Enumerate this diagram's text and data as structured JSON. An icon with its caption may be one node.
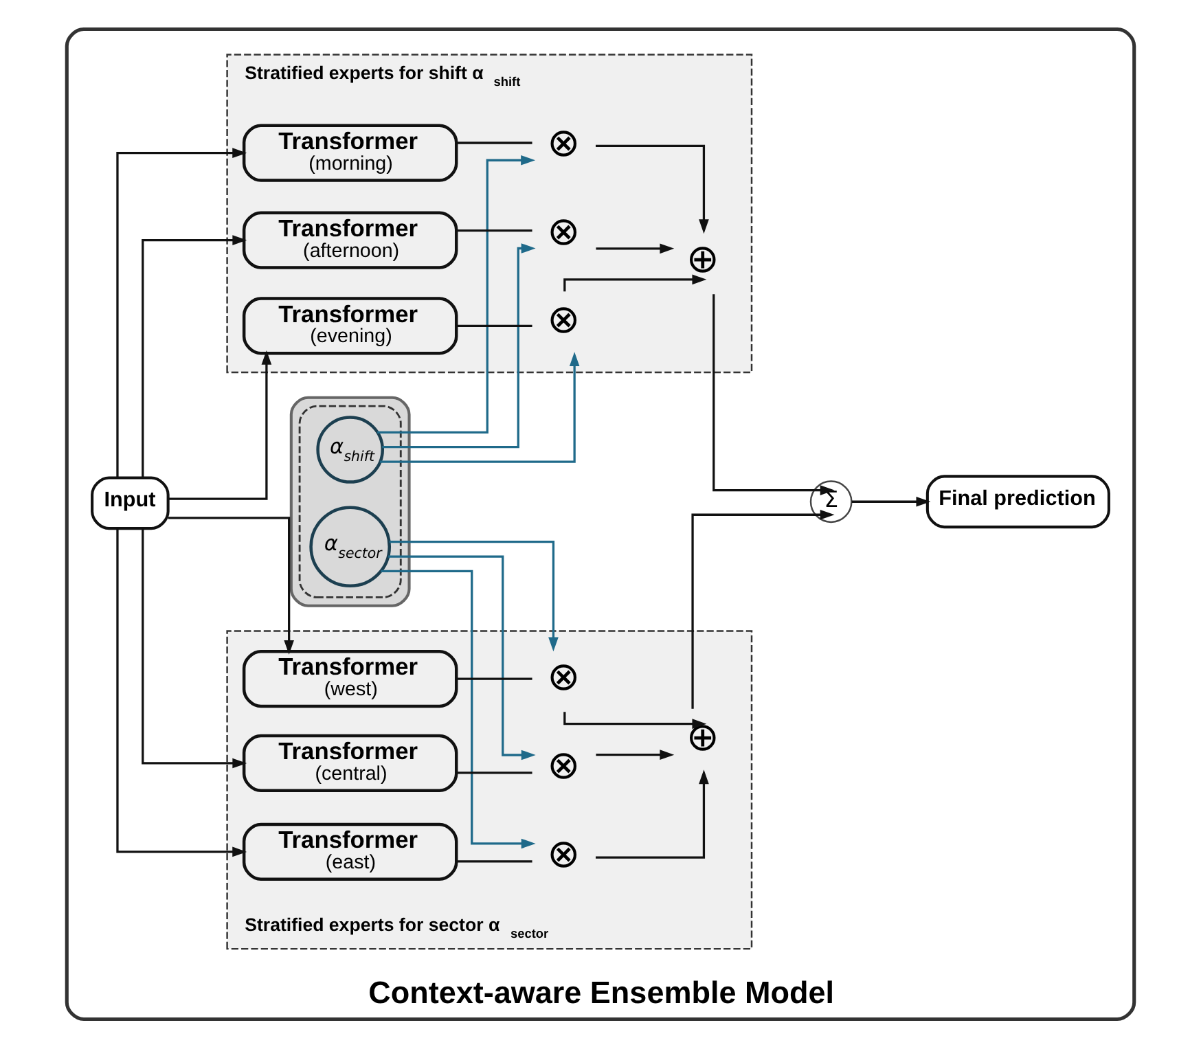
{
  "diagram": {
    "nodes": [
      {
        "text": [
          "Context-aware Ensemble Model"
        ]
      },
      {
        "text": [],
        "shape": "box",
        "in": 0
      },
      {
        "text": [],
        "shape": "box",
        "in": 1
      },
      {
        "text": [
          "α$_{shift}$"
        ],
        "in": 2
      },
      {
        "text": [
          "α$_{sector}$"
        ],
        "in": 2
      },
      {
        "text": [
          "Input"
        ],
        "in": 0
      },
      {
        "text": [
          "Stratified experts for shift α$_{shift}$"
        ],
        "in": 0
      },
      {
        "text": [
          "Transformer",
          "(morning)"
        ],
        "in": 6
      },
      {
        "text": [
          "⊗"
        ],
        "in": 6
      },
      {
        "text": [
          "Transformer",
          "(afternoon)"
        ],
        "in": 6
      },
      {
        "text": [
          "⊗"
        ],
        "in": 6
      },
      {
        "text": [
          "Transformer",
          "(evening)"
        ],
        "in": 6
      },
      {
        "text": [
          "⊗"
        ],
        "in": 6
      },
      {
        "text": [
          "⊕"
        ],
        "in": 6
      },
      {
        "text": [
          "Σ"
        ],
        "in": 0
      },
      {
        "text": [
          "Final prediction"
        ],
        "in": 0
      },
      {
        "text": [
          "Stratified experts for sector α$_{sector}$"
        ],
        "in": 0
      },
      {
        "text": [
          "Transformer",
          "(west)"
        ],
        "in": 16
      },
      {
        "text": [
          "⊗"
        ],
        "in": 16
      },
      {
        "text": [
          "Transformer",
          "(central)"
        ],
        "in": 16
      },
      {
        "text": [
          "⊗"
        ],
        "in": 16
      },
      {
        "text": [
          "Transformer",
          "(east)"
        ],
        "in": 16
      },
      {
        "text": [
          "⊗"
        ],
        "in": 16
      },
      {
        "text": [
          "⊕"
        ],
        "in": 16
      }
    ],
    "edges": [
      {
        "from": 5,
        "to": 7,
        "arrow": "to"
      },
      {
        "from": 5,
        "to": 9,
        "arrow": "to"
      },
      {
        "from": 5,
        "to": 11,
        "arrow": "to"
      },
      {
        "from": 5,
        "to": 17,
        "arrow": "to"
      },
      {
        "from": 5,
        "to": 19,
        "arrow": "to"
      },
      {
        "from": 5,
        "to": 21,
        "arrow": "to"
      },
      {
        "from": 3,
        "to": 8,
        "arrow": "to",
        "color": "#1f6a8a"
      },
      {
        "from": 3,
        "to": 10,
        "arrow": "to",
        "color": "#1f6a8a"
      },
      {
        "from": 3,
        "to": 12,
        "arrow": "to",
        "color": "#1f6a8a"
      },
      {
        "from": 4,
        "to": 18,
        "arrow": "to",
        "color": "#1f6a8a"
      },
      {
        "from": 4,
        "to": 20,
        "arrow": "to",
        "color": "#1f6a8a"
      },
      {
        "from": 4,
        "to": 22,
        "arrow": "to",
        "color": "#1f6a8a"
      },
      {
        "from": 7,
        "to": 8,
        "arrow": "none"
      },
      {
        "from": 9,
        "to": 10,
        "arrow": "none"
      },
      {
        "from": 11,
        "to": 12,
        "arrow": "none"
      },
      {
        "from": 8,
        "to": 13,
        "arrow": "to"
      },
      {
        "from": 10,
        "to": 13,
        "arrow": "to"
      },
      {
        "from": 12,
        "to": 13,
        "arrow": "to"
      },
      {
        "from": 17,
        "to": 18,
        "arrow": "none"
      },
      {
        "from": 19,
        "to": 20,
        "arrow": "none"
      },
      {
        "from": 21,
        "to": 22,
        "arrow": "none"
      },
      {
        "from": 18,
        "to": 23,
        "arrow": "to"
      },
      {
        "from": 20,
        "to": 23,
        "arrow": "to"
      },
      {
        "from": 22,
        "to": 23,
        "arrow": "to"
      },
      {
        "from": 13,
        "to": 14,
        "arrow": "to"
      },
      {
        "from": 23,
        "to": 14,
        "arrow": "to"
      },
      {
        "from": 14,
        "to": 15,
        "arrow": "to"
      }
    ]
  }
}
